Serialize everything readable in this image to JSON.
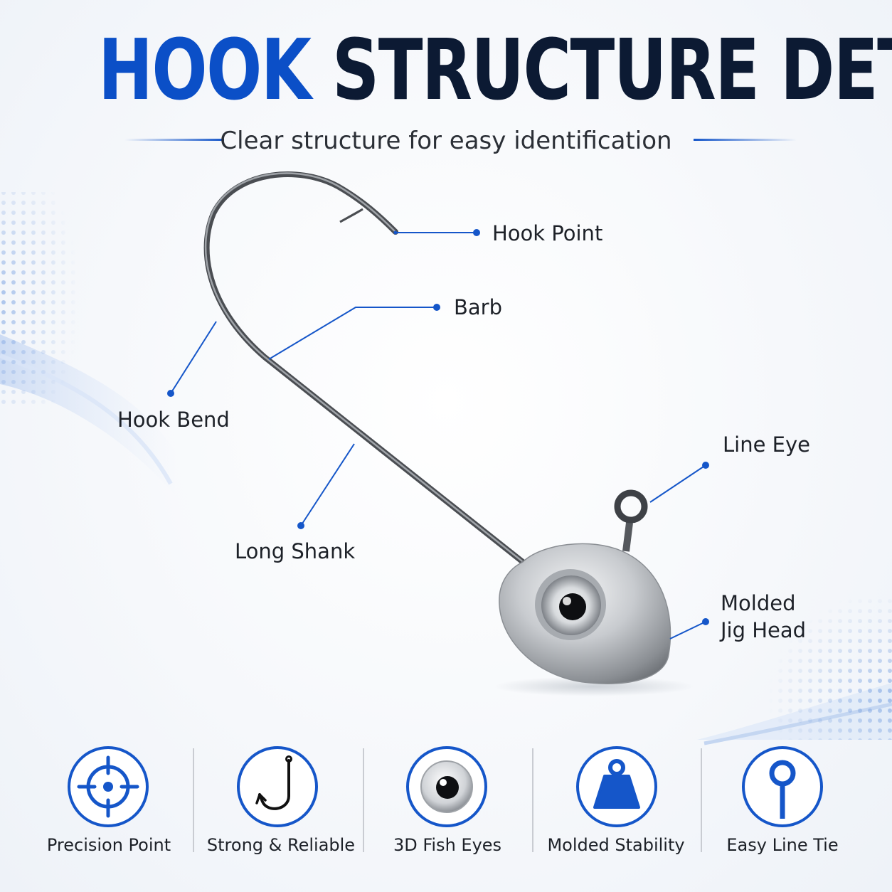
{
  "header": {
    "title_accent": "HOOK",
    "title_main": "STRUCTURE DETAILS",
    "subtitle": "Clear structure for easy identification"
  },
  "parts": {
    "hook_point": "Hook Point",
    "barb": "Barb",
    "hook_bend": "Hook Bend",
    "long_shank": "Long Shank",
    "line_eye": "Line Eye",
    "jig_head_line1": "Molded",
    "jig_head_line2": "Jig Head"
  },
  "features": [
    {
      "label": "Precision Point",
      "icon": "crosshair-icon"
    },
    {
      "label": "Strong & Reliable",
      "icon": "fishing-hook-icon"
    },
    {
      "label": "3D Fish Eyes",
      "icon": "fish-eye-icon"
    },
    {
      "label": "Molded Stability",
      "icon": "weight-icon"
    },
    {
      "label": "Easy Line Tie",
      "icon": "line-eye-icon"
    }
  ],
  "colors": {
    "accent": "#0b4fc7",
    "dark": "#0c1a33",
    "callout": "#1556c9"
  }
}
